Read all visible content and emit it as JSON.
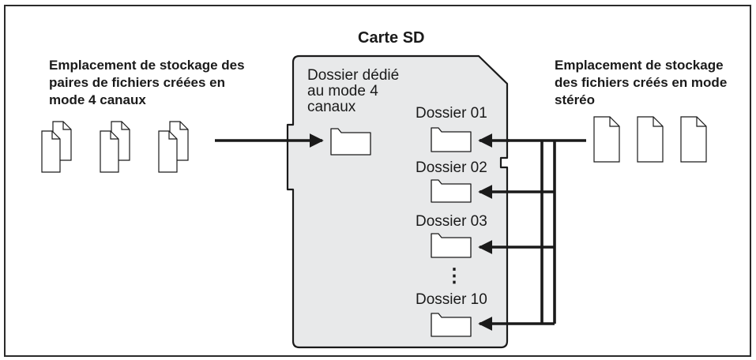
{
  "sd_card": {
    "title": "Carte SD",
    "dedicated_folder_label": "Dossier dédié\nau mode 4\ncanaux",
    "folders": [
      {
        "label": "Dossier 01"
      },
      {
        "label": "Dossier 02"
      },
      {
        "label": "Dossier 03"
      },
      {
        "label": "Dossier 10"
      }
    ],
    "ellipsis": "⋮"
  },
  "left_caption": "Emplacement de stockage des\npaires de fichiers créées en\nmode 4 canaux",
  "right_caption": "Emplacement de stockage\ndes fichiers créés en mode\nstéréo",
  "colors": {
    "card_fill": "#e8e9ea",
    "stroke": "#1a1a1a",
    "background": "#ffffff"
  }
}
